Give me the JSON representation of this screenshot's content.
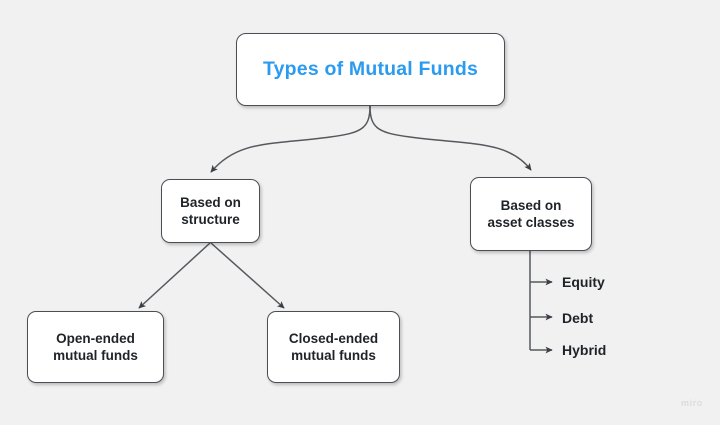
{
  "canvas": {
    "background_color": "#f1f1f1",
    "watermark": "miro"
  },
  "diagram": {
    "type": "tree",
    "root": {
      "id": "types-of-mutual-funds",
      "label": "Types of Mutual Funds",
      "text_color": "#2b9bf0",
      "fill_color": "#ffffff",
      "border_color": "#4a4f55"
    },
    "level1": [
      {
        "id": "based-on-structure",
        "label": "Based on\nstructure",
        "text_color": "#1f2328"
      },
      {
        "id": "based-on-asset-classes",
        "label": "Based on\nasset classes",
        "text_color": "#1f2328"
      }
    ],
    "structure_children": [
      {
        "id": "open-ended-mutual-funds",
        "label": "Open-ended\nmutual funds"
      },
      {
        "id": "closed-ended-mutual-funds",
        "label": "Closed-ended\nmutual funds"
      }
    ],
    "asset_class_children": [
      {
        "id": "equity",
        "label": "Equity"
      },
      {
        "id": "debt",
        "label": "Debt"
      },
      {
        "id": "hybrid",
        "label": "Hybrid"
      }
    ],
    "connector_color": "#55595e"
  }
}
